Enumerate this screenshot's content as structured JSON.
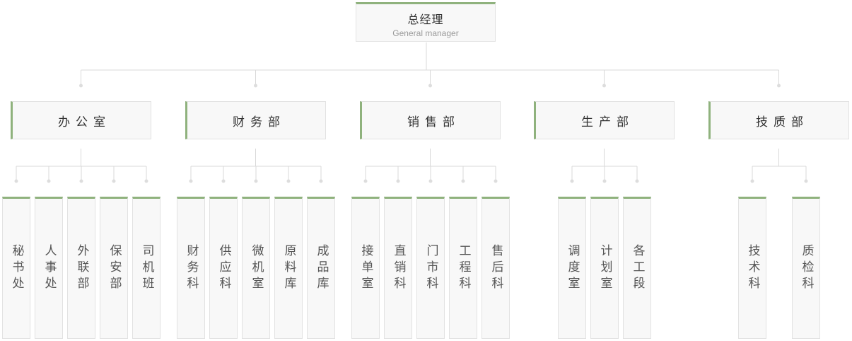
{
  "general_manager": {
    "title": "总经理",
    "subtitle": "General manager"
  },
  "colors": {
    "accent": "#8fb27d",
    "line": "#d9d9d9",
    "box_bg": "#f8f8f8",
    "box_border": "#e2e2e2",
    "text": "#333333"
  },
  "departments": [
    {
      "label": "办公室",
      "subs": [
        "秘书处",
        "人事处",
        "外联部",
        "保安部",
        "司机班"
      ]
    },
    {
      "label": "财务部",
      "subs": [
        "财务科",
        "供应科",
        "微机室",
        "原料库",
        "成品库"
      ]
    },
    {
      "label": "销售部",
      "subs": [
        "接单室",
        "直销科",
        "门市科",
        "工程科",
        "售后科"
      ]
    },
    {
      "label": "生产部",
      "subs": [
        "调度室",
        "计划室",
        "各工段"
      ]
    },
    {
      "label": "技质部",
      "subs": [
        "技术科",
        "质检科"
      ]
    }
  ]
}
